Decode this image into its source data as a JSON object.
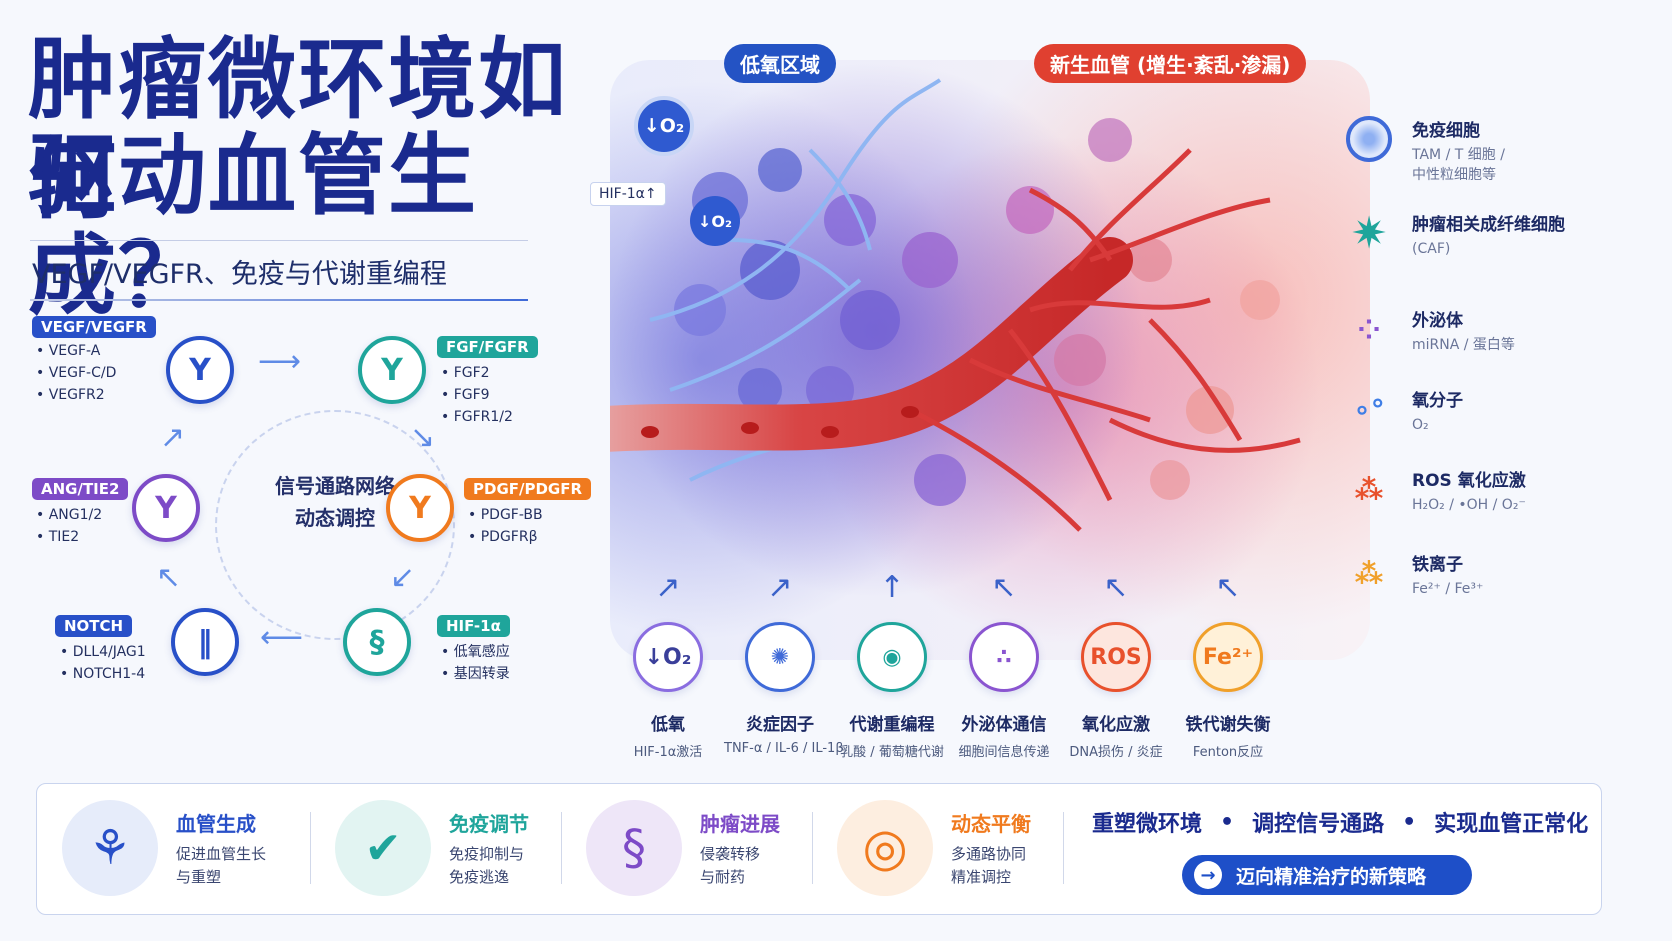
{
  "title_line1": "肿瘤微环境如何",
  "title_line2": "驱动血管生成？",
  "subtitle": "VEGF/VEGFR、免疫与代谢重编程",
  "network": {
    "center_line1": "信号通路网络",
    "center_line2": "动态调控",
    "groups": [
      {
        "label": "VEGF/VEGFR",
        "color": "#2850c8",
        "items": [
          "VEGF-A",
          "VEGF-C/D",
          "VEGFR2"
        ]
      },
      {
        "label": "FGF/FGFR",
        "color": "#1fa59b",
        "items": [
          "FGF2",
          "FGF9",
          "FGFR1/2"
        ]
      },
      {
        "label": "PDGF/PDGFR",
        "color": "#f07a1e",
        "items": [
          "PDGF-BB",
          "PDGFRβ"
        ]
      },
      {
        "label": "HIF-1α",
        "color": "#1fa59b",
        "items": [
          "低氧感应",
          "基因转录"
        ]
      },
      {
        "label": "NOTCH",
        "color": "#2850c8",
        "items": [
          "DLL4/JAG1",
          "NOTCH1-4"
        ]
      },
      {
        "label": "ANG/TIE2",
        "color": "#7d4bc7",
        "items": [
          "ANG1/2",
          "TIE2"
        ]
      }
    ]
  },
  "scene": {
    "hypoxia_tag": "低氧区域",
    "angio_tag": "新生血管 (增生·紊乱·渗漏)",
    "hif_label": "HIF-1α↑",
    "o2_badge": "↓O₂"
  },
  "legend": [
    {
      "name": "免疫细胞",
      "sub1": "TAM / T 细胞 /",
      "sub2": "中性粒细胞等",
      "color": "#3f6ad8",
      "icon": "immune-cell-icon"
    },
    {
      "name": "肿瘤相关成纤维细胞",
      "sub1": "(CAF)",
      "sub2": "",
      "color": "#1fa59b",
      "icon": "caf-cell-icon"
    },
    {
      "name": "外泌体",
      "sub1": "miRNA / 蛋白等",
      "sub2": "",
      "color": "#8a55d0",
      "icon": "exosome-icon"
    },
    {
      "name": "氧分子",
      "sub1": "O₂",
      "sub2": "",
      "color": "#3f7ee6",
      "icon": "oxygen-icon"
    },
    {
      "name": "ROS 氧化应激",
      "sub1": "H₂O₂ / •OH / O₂⁻",
      "sub2": "",
      "color": "#e8512c",
      "icon": "ros-icon"
    },
    {
      "name": "铁离子",
      "sub1": "Fe²⁺ / Fe³⁺",
      "sub2": "",
      "color": "#f0a02a",
      "icon": "iron-icon"
    }
  ],
  "factors": [
    {
      "glyph": "↓O₂",
      "name": "低氧",
      "sub": "HIF-1α激活",
      "color": "#8a6de0"
    },
    {
      "glyph": "✺",
      "name": "炎症因子",
      "sub": "TNF-α / IL-6 / IL-1β",
      "color": "#3f6ad8"
    },
    {
      "glyph": "◉",
      "name": "代谢重编程",
      "sub": "乳酸 / 葡萄糖代谢",
      "color": "#1fa59b"
    },
    {
      "glyph": "∴",
      "name": "外泌体通信",
      "sub": "细胞间信息传递",
      "color": "#8a55d0"
    },
    {
      "glyph": "ROS",
      "name": "氧化应激",
      "sub": "DNA损伤 / 炎症",
      "color": "#e8512c"
    },
    {
      "glyph": "Fe²⁺",
      "name": "铁代谢失衡",
      "sub": "Fenton反应",
      "color": "#f0a02a"
    }
  ],
  "bottom": {
    "cards": [
      {
        "title": "血管生成",
        "line1": "促进血管生长",
        "line2": "与重塑",
        "color": "#2850c8",
        "bg": "#e6ecfa",
        "glyph": "⚘"
      },
      {
        "title": "免疫调节",
        "line1": "免疫抑制与",
        "line2": "免疫逃逸",
        "color": "#1fa59b",
        "bg": "#e2f4f2",
        "glyph": "✔"
      },
      {
        "title": "肿瘤进展",
        "line1": "侵袭转移",
        "line2": "与耐药",
        "color": "#7d4bc7",
        "bg": "#eee6f8",
        "glyph": "§"
      },
      {
        "title": "动态平衡",
        "line1": "多通路协同",
        "line2": "精准调控",
        "color": "#f07a1e",
        "bg": "#fdeee0",
        "glyph": "◎"
      }
    ],
    "slogan1": "重塑微环境",
    "slogan2": "调控信号通路",
    "slogan3": "实现血管正常化",
    "dot": "•",
    "cta": "迈向精准治疗的新策略"
  }
}
